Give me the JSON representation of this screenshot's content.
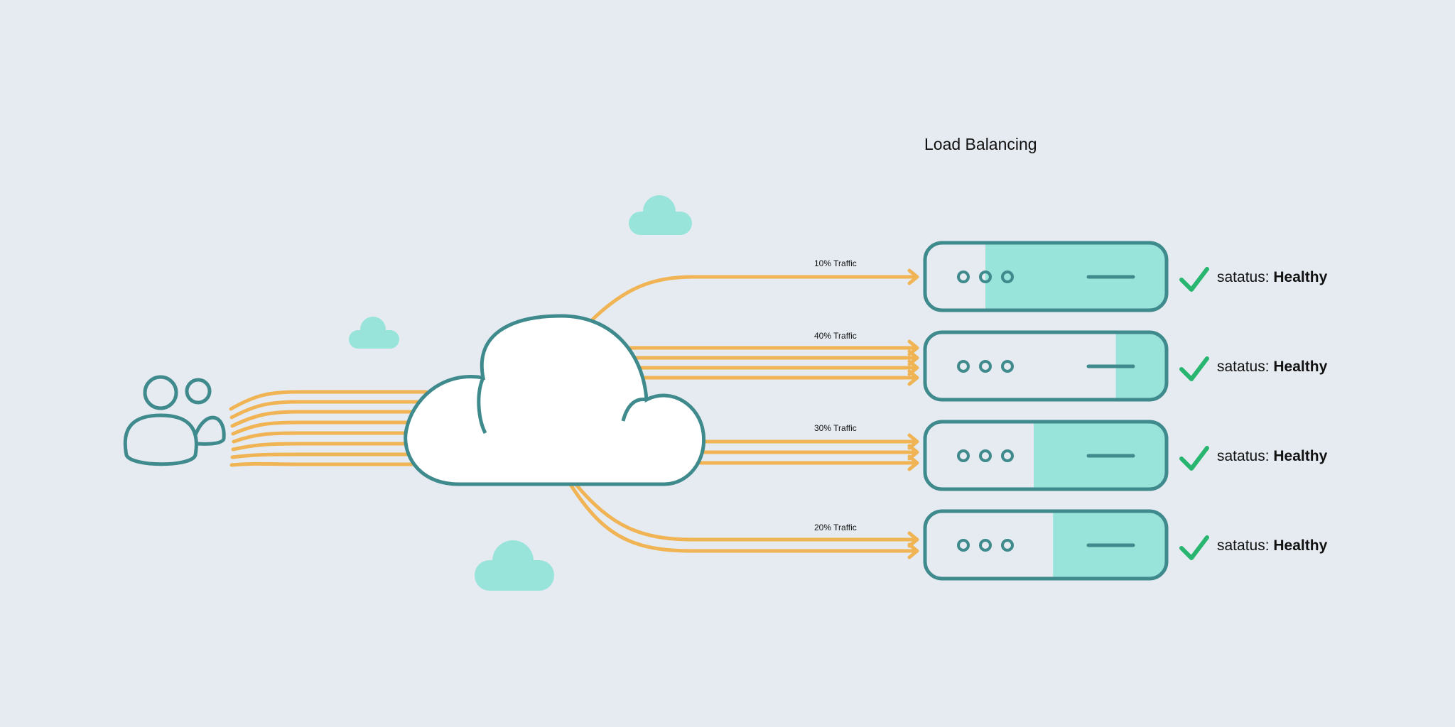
{
  "title": "Load Balancing",
  "colors": {
    "background": "#e6ebf1",
    "stroke": "#3f8a8c",
    "accent_fill": "#98e4da",
    "line": "#f0b454",
    "check": "#27b56f"
  },
  "icons": [
    "users-icon",
    "cloud-icon",
    "server-icon",
    "check-icon"
  ],
  "servers": [
    {
      "traffic_label": "10% Traffic",
      "traffic_percent": 10,
      "status_prefix": "satatus:",
      "status_value": "Healthy",
      "load_fill": 0.75
    },
    {
      "traffic_label": "40% Traffic",
      "traffic_percent": 40,
      "status_prefix": "satatus:",
      "status_value": "Healthy",
      "load_fill": 0.21
    },
    {
      "traffic_label": "30% Traffic",
      "traffic_percent": 30,
      "status_prefix": "satatus:",
      "status_value": "Healthy",
      "load_fill": 0.55
    },
    {
      "traffic_label": "20% Traffic",
      "traffic_percent": 20,
      "status_prefix": "satatus:",
      "status_value": "Healthy",
      "load_fill": 0.47
    }
  ]
}
